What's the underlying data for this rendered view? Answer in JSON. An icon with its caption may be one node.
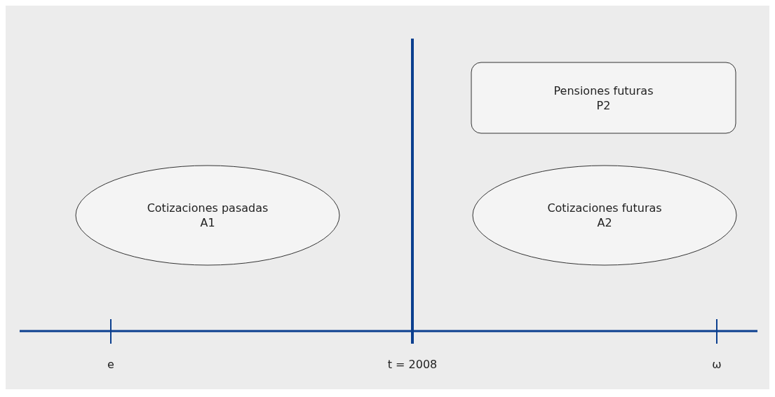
{
  "diagram": {
    "nodes": [
      {
        "text": [
          "Pensiones futuras",
          "P2"
        ]
      },
      {
        "text": [
          "Cotizaciones pasadas",
          "A1"
        ]
      },
      {
        "text": [
          "Cotizaciones futuras",
          "A2"
        ]
      }
    ],
    "labels": [
      "e",
      "t = 2008",
      "ω"
    ]
  }
}
